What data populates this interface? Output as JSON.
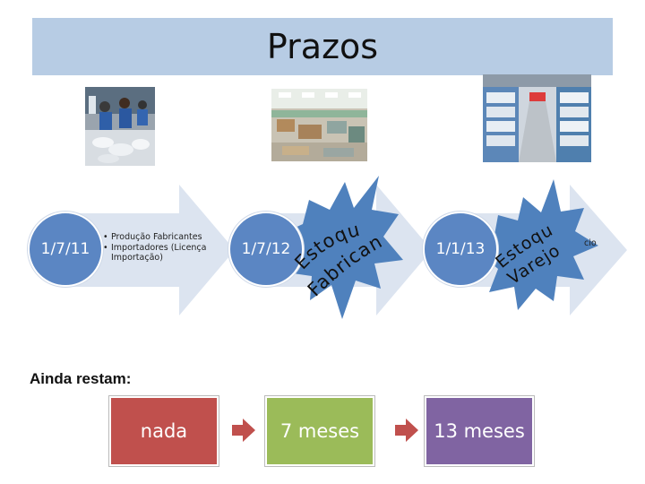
{
  "title": "Prazos",
  "timeline": {
    "steps": [
      {
        "date": "1/7/11",
        "bullets": [
          "Produção Fabricantes",
          "Importadores (Licença Importação)"
        ]
      },
      {
        "date": "1/7/12",
        "burst_text": "Estoque Fabricante"
      },
      {
        "date": "1/1/13",
        "burst_text": "Estoque Varejo"
      }
    ],
    "cut_off_text": "cio"
  },
  "remaining": {
    "label": "Ainda restam:",
    "boxes": [
      {
        "text": "nada",
        "color": "#c0504d"
      },
      {
        "text": "7 meses",
        "color": "#9bbb59"
      },
      {
        "text": "13 meses",
        "color": "#8064a2"
      }
    ]
  },
  "colors": {
    "title_bar": "#b7cce4",
    "date_circle": "#5b86c3",
    "chevron": "#dce4f0",
    "burst": "#4f81bd",
    "flow_arrow": "#c0504d"
  }
}
